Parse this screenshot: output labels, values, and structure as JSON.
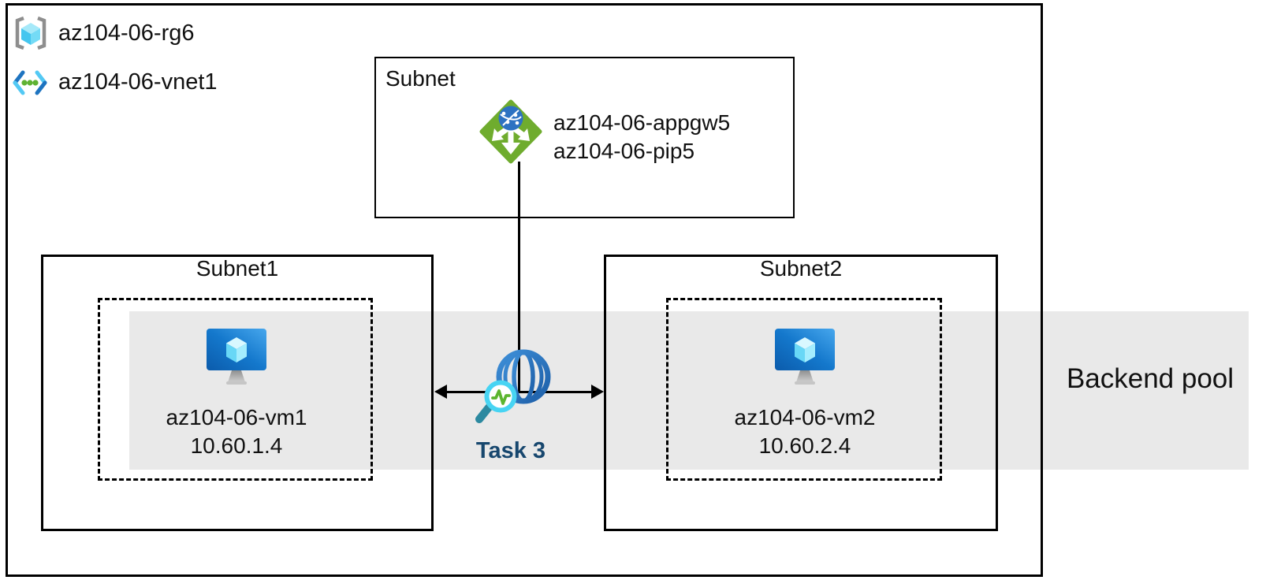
{
  "header": {
    "resource_group_label": "az104-06-rg6",
    "vnet_label": "az104-06-vnet1"
  },
  "gateway_subnet": {
    "title": "Subnet",
    "app_gateway_name": "az104-06-appgw5",
    "public_ip_name": "az104-06-pip5"
  },
  "subnet1": {
    "title": "Subnet1",
    "vm_name": "az104-06-vm1",
    "vm_ip": "10.60.1.4"
  },
  "subnet2": {
    "title": "Subnet2",
    "vm_name": "az104-06-vm2",
    "vm_ip": "10.60.2.4"
  },
  "connection_monitor": {
    "task_label": "Task 3"
  },
  "backend_pool": {
    "label": "Backend pool"
  },
  "icons": {
    "resource_group": "resource-group-icon",
    "virtual_network": "virtual-network-icon",
    "application_gateway": "application-gateway-icon",
    "virtual_machine_1": "virtual-machine-icon",
    "virtual_machine_2": "virtual-machine-icon",
    "connection_monitor": "connection-monitor-globe-icon"
  },
  "colors": {
    "backend_band_gray": "#E9E9E9",
    "task_label_navy": "#17476E",
    "appgw_green": "#6FAC2E",
    "globe_blue": "#2E7BCB",
    "magnifier_cyan": "#47D4F3",
    "pulse_green": "#5CB52F",
    "handle_teal": "#2C89A0",
    "vm_screen_blue": "#1478CC",
    "cube_cyan": "#50D2F0",
    "bracket_gray": "#8E8E8E",
    "line_black": "#000000",
    "text_black": "#111111"
  }
}
